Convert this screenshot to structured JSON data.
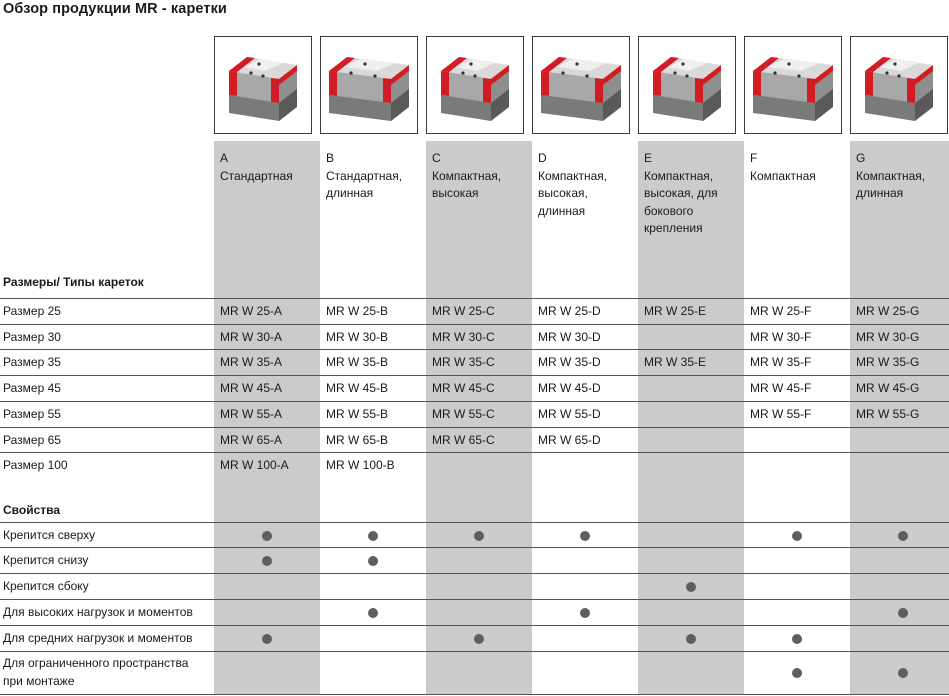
{
  "title": "Обзор продукции MR - каретки",
  "sections": {
    "sizes_header": "Размеры/ Типы кареток",
    "properties_header": "Свойства"
  },
  "colors": {
    "shaded_column": "#cbcbcb",
    "dot": "#5e5e5e",
    "carriage_red": "#d21c24"
  },
  "columns": [
    {
      "code": "A",
      "name": "Стандартная",
      "image": "carriage-standard-icon",
      "shaded": true
    },
    {
      "code": "B",
      "name": "Стандартная, длинная",
      "image": "carriage-standard-long-icon",
      "shaded": false
    },
    {
      "code": "C",
      "name": "Компактная, высокая",
      "image": "carriage-compact-high-icon",
      "shaded": true
    },
    {
      "code": "D",
      "name": "Компактная, высокая, длинная",
      "image": "carriage-compact-high-long-icon",
      "shaded": false
    },
    {
      "code": "E",
      "name": "Компактная, высокая, для бокового крепления",
      "image": "carriage-compact-high-side-icon",
      "shaded": true
    },
    {
      "code": "F",
      "name": "Компактная",
      "image": "carriage-compact-icon",
      "shaded": false
    },
    {
      "code": "G",
      "name": "Компактная, длинная",
      "image": "carriage-compact-long-icon",
      "shaded": true
    }
  ],
  "sizes": [
    {
      "label": "Размер 25",
      "cells": [
        "MR W 25-A",
        "MR W 25-B",
        "MR W 25-C",
        "MR W 25-D",
        "MR W 25-E",
        "MR W 25-F",
        "MR W 25-G"
      ]
    },
    {
      "label": "Размер 30",
      "cells": [
        "MR W 30-A",
        "MR W 30-B",
        "MR W 30-C",
        "MR W 30-D",
        "",
        "MR W 30-F",
        "MR W 30-G"
      ]
    },
    {
      "label": "Размер 35",
      "cells": [
        "MR W 35-A",
        "MR W 35-B",
        "MR W 35-C",
        "MR W 35-D",
        "MR W 35-E",
        "MR W 35-F",
        "MR W 35-G"
      ]
    },
    {
      "label": "Размер 45",
      "cells": [
        "MR W 45-A",
        "MR W 45-B",
        "MR W 45-C",
        "MR W 45-D",
        "",
        "MR W 45-F",
        "MR W 45-G"
      ]
    },
    {
      "label": "Размер 55",
      "cells": [
        "MR W 55-A",
        "MR W 55-B",
        "MR W 55-C",
        "MR W 55-D",
        "",
        "MR W 55-F",
        "MR W 55-G"
      ]
    },
    {
      "label": "Размер 65",
      "cells": [
        "MR W 65-A",
        "MR W 65-B",
        "MR W 65-C",
        "MR W 65-D",
        "",
        "",
        ""
      ]
    },
    {
      "label": "Размер 100",
      "cells": [
        "MR W 100-A",
        "MR W 100-B",
        "",
        "",
        "",
        "",
        ""
      ]
    }
  ],
  "properties": [
    {
      "label": "Крепится сверху",
      "marks": [
        true,
        true,
        true,
        true,
        false,
        true,
        true
      ]
    },
    {
      "label": "Крепится снизу",
      "marks": [
        true,
        true,
        false,
        false,
        false,
        false,
        false
      ]
    },
    {
      "label": "Крепится сбоку",
      "marks": [
        false,
        false,
        false,
        false,
        true,
        false,
        false
      ]
    },
    {
      "label": "Для высоких нагрузок и моментов",
      "marks": [
        false,
        true,
        false,
        true,
        false,
        false,
        true
      ]
    },
    {
      "label": "Для средних нагрузок и моментов",
      "marks": [
        true,
        false,
        true,
        false,
        true,
        true,
        false
      ]
    },
    {
      "label": "Для ограниченного пространства при монтаже",
      "marks": [
        false,
        false,
        false,
        false,
        false,
        true,
        true
      ]
    }
  ]
}
